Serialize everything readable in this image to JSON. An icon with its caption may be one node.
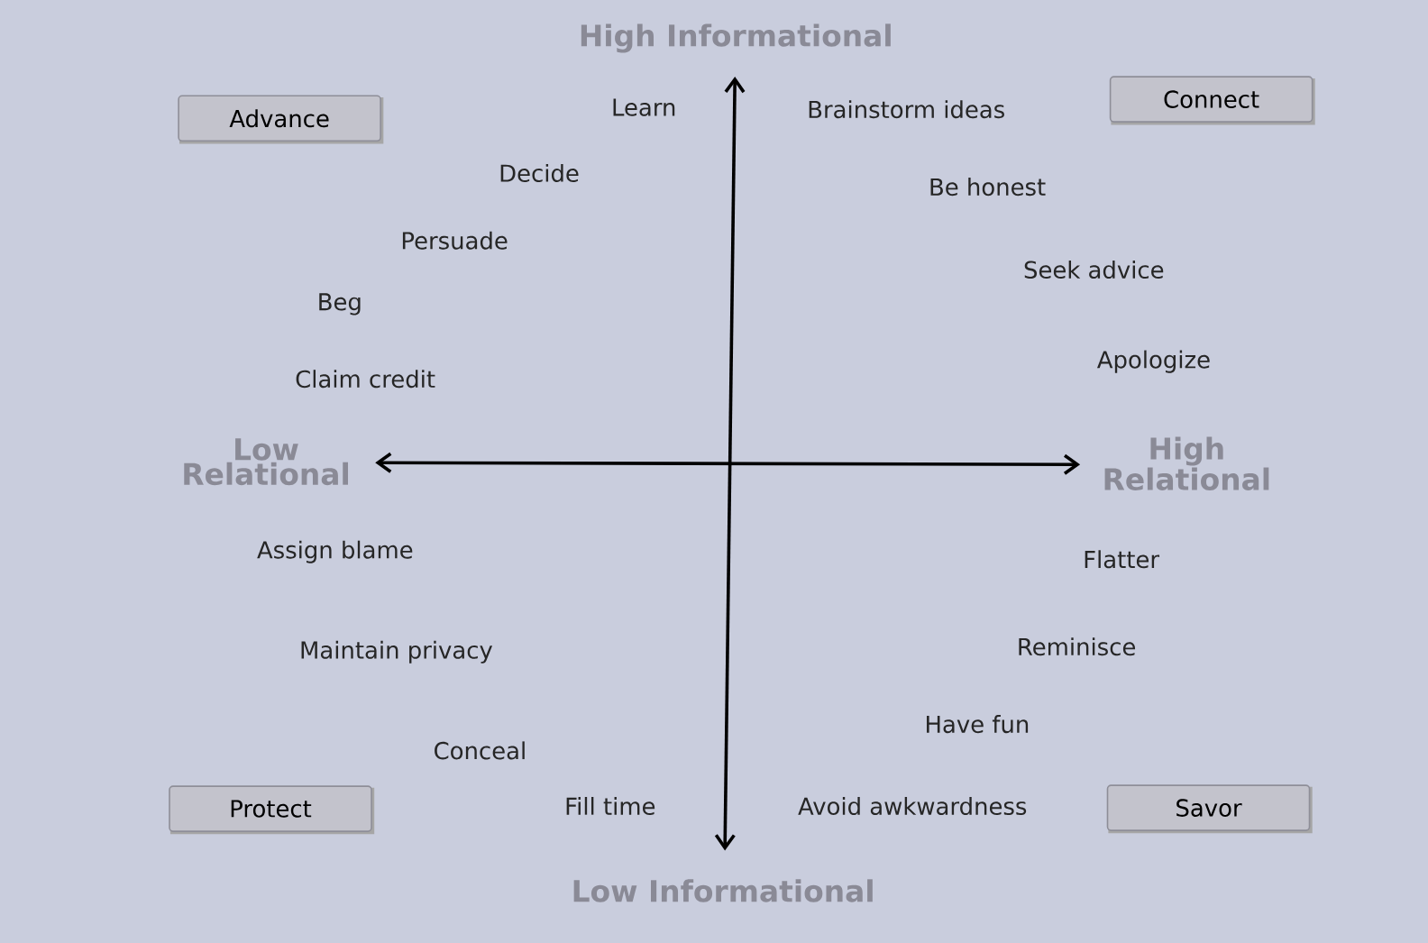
{
  "diagram": {
    "nodes": [
      {
        "text": [
          "Advance"
        ]
      },
      {
        "text": [
          "Connect"
        ]
      },
      {
        "text": [
          "Protect"
        ]
      },
      {
        "text": [
          "Savor"
        ]
      }
    ],
    "labels": [
      "High Informational",
      "Learn",
      "Brainstorm ideas",
      "Decide",
      "Be honest",
      "Persuade",
      "Seek advice",
      "Beg",
      "Apologize",
      "Claim credit",
      "Low Relational",
      "High Relational",
      "Assign blame",
      "Flatter",
      "Maintain privacy",
      "Reminisce",
      "Have fun",
      "Conceal",
      "Fill time",
      "Avoid awkwardness",
      "Low Informational"
    ]
  }
}
